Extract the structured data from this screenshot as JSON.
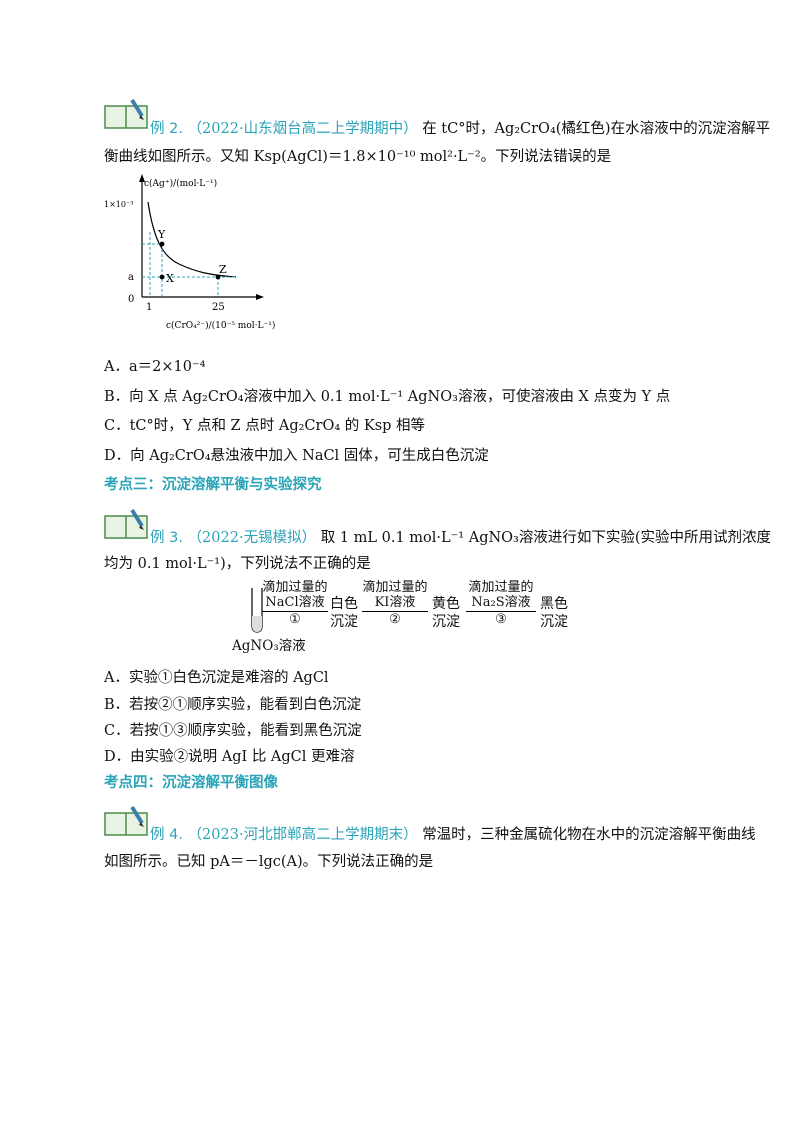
{
  "ex2": {
    "label": "例 2.",
    "source": "（2022·山东烟台高二上学期期中）",
    "stem_a": "在 tC°时，Ag₂CrO₄(橘红色)在水溶液中的沉淀溶解平",
    "stem_b": "衡曲线如图所示。又知 Ksp(AgCl)＝1.8×10⁻¹⁰ mol²·L⁻²。下列说法错误的是",
    "options": [
      "A．a＝2×10⁻⁴",
      "B．向 X 点 Ag₂CrO₄溶液中加入 0.1 mol·L⁻¹ AgNO₃溶液，可使溶液由 X 点变为 Y 点",
      "C．tC°时，Y 点和 Z 点时 Ag₂CrO₄ 的 Ksp 相等",
      "D．向 Ag₂CrO₄悬浊液中加入 NaCl 固体，可生成白色沉淀"
    ]
  },
  "chart_data": {
    "type": "line",
    "ylabel": "c(Ag⁺)/(mol·L⁻¹)",
    "xlabel": "c(CrO₄²⁻)/(10⁻⁵ mol·L⁻¹)",
    "y_ticks": [
      "1×10⁻³",
      "a",
      "0"
    ],
    "x_ticks": [
      "1",
      "25"
    ],
    "points": [
      {
        "name": "Y",
        "x": 1,
        "y": "1×10⁻³ region"
      },
      {
        "name": "X",
        "x": 1,
        "y": "a"
      },
      {
        "name": "Z",
        "x": 25,
        "y": "a"
      }
    ]
  },
  "section3": "考点三：沉淀溶解平衡与实验探究",
  "ex3": {
    "label": "例 3.",
    "source": "（2022·无锡模拟）",
    "stem_a": "取 1 mL 0.1 mol·L⁻¹ AgNO₃溶液进行如下实验(实验中所用试剂浓度",
    "stem_b": "均为 0.1 mol·L⁻¹)，下列说法不正确的是",
    "scheme": {
      "tube_label": "AgNO₃溶液",
      "step1_top": "滴加过量的",
      "step1_reagent": "NaCl溶液",
      "step1_num": "①",
      "prod1_a": "白色",
      "prod1_b": "沉淀",
      "step2_top": "滴加过量的",
      "step2_reagent": "KI溶液",
      "step2_num": "②",
      "prod2_a": "黄色",
      "prod2_b": "沉淀",
      "step3_top": "滴加过量的",
      "step3_reagent": "Na₂S溶液",
      "step3_num": "③",
      "prod3_a": "黑色",
      "prod3_b": "沉淀"
    },
    "options": [
      "A．实验①白色沉淀是难溶的 AgCl",
      "B．若按②①顺序实验，能看到白色沉淀",
      "C．若按①③顺序实验，能看到黑色沉淀",
      "D．由实验②说明 AgI 比 AgCl 更难溶"
    ]
  },
  "section4": "考点四：沉淀溶解平衡图像",
  "ex4": {
    "label": "例 4.",
    "source": "（2023·河北邯郸高二上学期期末）",
    "stem_a": "常温时，三种金属硫化物在水中的沉淀溶解平衡曲线",
    "stem_b": "如图所示。已知 pA＝－lgc(A)。下列说法正确的是"
  }
}
